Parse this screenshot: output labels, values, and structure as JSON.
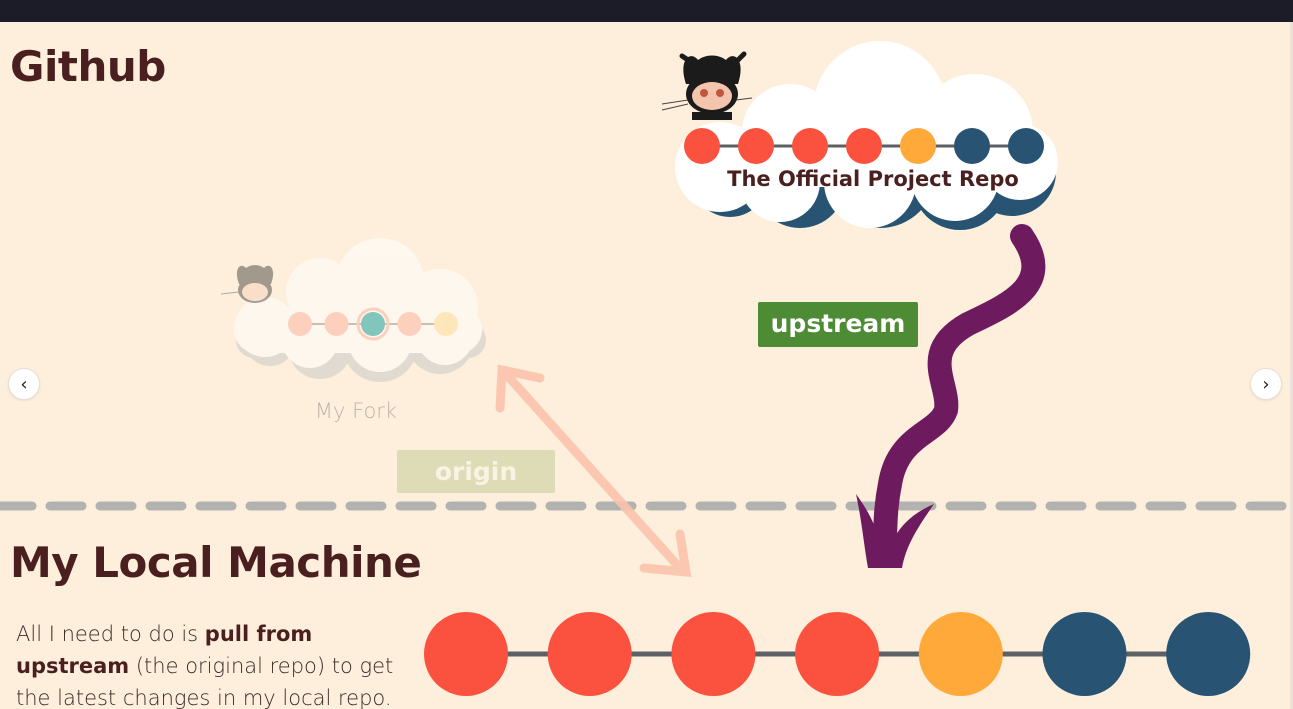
{
  "headings": {
    "github": "Github",
    "local_machine": "My Local Machine"
  },
  "labels": {
    "official_repo": "The Official Project Repo",
    "my_fork": "My Fork",
    "upstream": "upstream",
    "origin": "origin"
  },
  "description": {
    "intro": "All I need to do is ",
    "bold": "pull from upstream",
    "rest": " (the original repo) to get the latest changes in my local repo."
  },
  "navigation": {
    "prev": "‹",
    "next": "›"
  },
  "colors": {
    "background": "#fdefdb",
    "heading": "#4a1f1f",
    "commit_red": "#fb523f",
    "commit_yellow": "#fea93a",
    "commit_blue": "#285373",
    "upstream_badge": "#4e8b35",
    "origin_badge": "#d8dbb4",
    "upstream_arrow": "#6e1a5e",
    "origin_arrow": "#fcc3ad",
    "divider": "#b2b3b0",
    "fork_commit_selected": "#1ea3a3"
  },
  "official_repo_commits": [
    "red",
    "red",
    "red",
    "red",
    "yellow",
    "blue",
    "blue"
  ],
  "fork_commits": [
    "red",
    "red",
    "selected",
    "red",
    "yellow"
  ],
  "local_commits": [
    "red",
    "red",
    "red",
    "red",
    "yellow",
    "blue",
    "blue"
  ]
}
